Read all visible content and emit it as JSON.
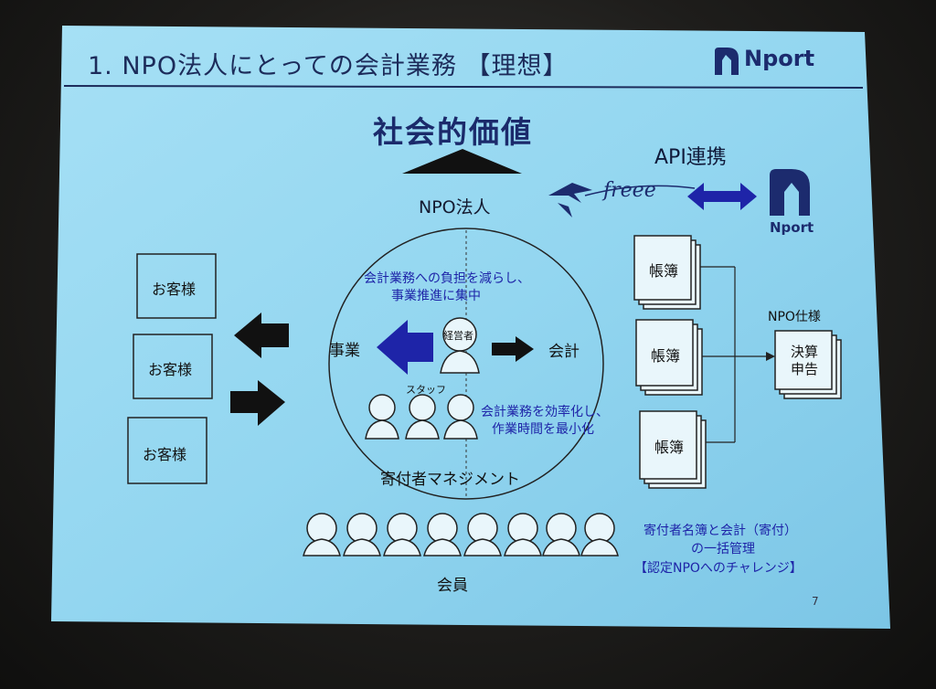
{
  "slide": {
    "title": "1. NPO法人にとっての会計業務 【理想】",
    "logo_text": "Nport",
    "social_value": "社会的価値",
    "api_link": "API連携",
    "freee_logo": "freee",
    "nport_logo_label": "Nport",
    "npo_corp": "NPO法人",
    "customers": [
      "お客様",
      "お客様",
      "お客様"
    ],
    "circle_top_text": [
      "会計業務への負担を減らし、",
      "事業推進に集中"
    ],
    "business": "事業",
    "manager": "経営者",
    "accounting": "会計",
    "staff": "スタッフ",
    "circle_right_text": [
      "会計業務を効率化し、",
      "作業時間を最小化"
    ],
    "donor_management": "寄付者マネジメント",
    "ledgers": [
      "帳簿",
      "帳簿",
      "帳簿"
    ],
    "npo_spec": "NPO仕様",
    "settlement": [
      "決算",
      "申告"
    ],
    "donor_note": [
      "寄付者名簿と会計（寄付）",
      "の一括管理",
      "【認定NPOへのチャレンジ】"
    ],
    "members": "会員",
    "page_number": "7"
  },
  "colors": {
    "slide_bg": "#8fd3ef",
    "accent_blue": "#1e24a8",
    "logo_navy": "#1c2b6e",
    "header_line": "#1c2b5a"
  }
}
